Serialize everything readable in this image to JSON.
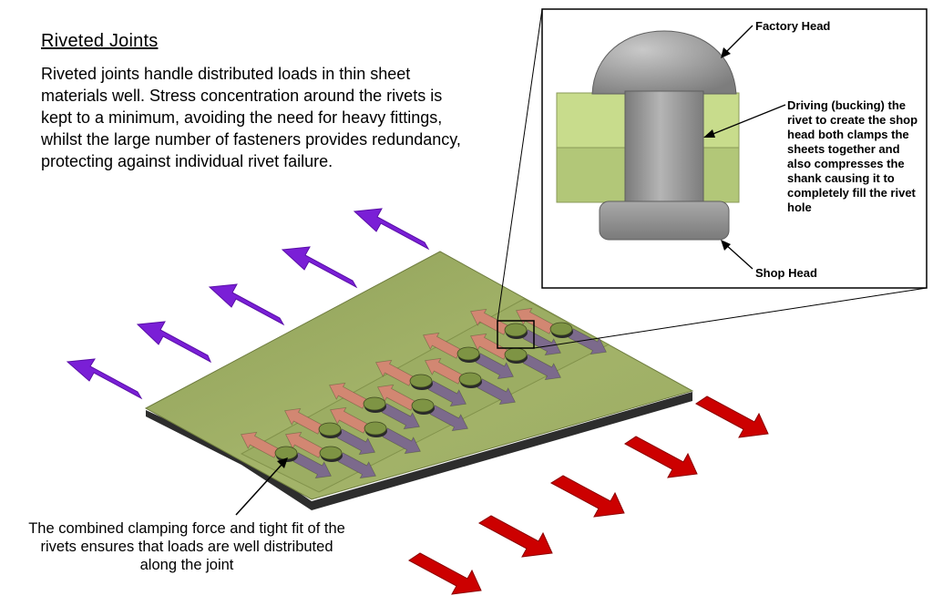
{
  "title": "Riveted Joints",
  "intro": "Riveted joints handle distributed loads in thin sheet materials well. Stress concentration around the rivets is kept to a minimum, avoiding the need for heavy fittings, whilst the large number of fasteners provides redundancy, protecting against individual rivet failure.",
  "caption": "The combined clamping force and tight fit of the rivets ensures that loads are well distributed along the joint",
  "inset": {
    "factory_head": "Factory Head",
    "shop_head": "Shop Head",
    "driving": "Driving (bucking) the rivet to create the shop head both clamps the sheets together and also compresses the shank causing it to completely fill the rivet hole"
  },
  "colors": {
    "sheet": "#a9b872",
    "sheet_dark": "#8e9c57",
    "rivet": "#7e9444",
    "load_left": "#7a1fd6",
    "load_right": "#cc0000",
    "arrow_light": "#d28772",
    "arrow_dark": "#7c6a8c",
    "inset_sheet_top": "#c8dc8c",
    "inset_sheet_bottom": "#b2c778",
    "rivet_metal": "#9c9c9c"
  }
}
